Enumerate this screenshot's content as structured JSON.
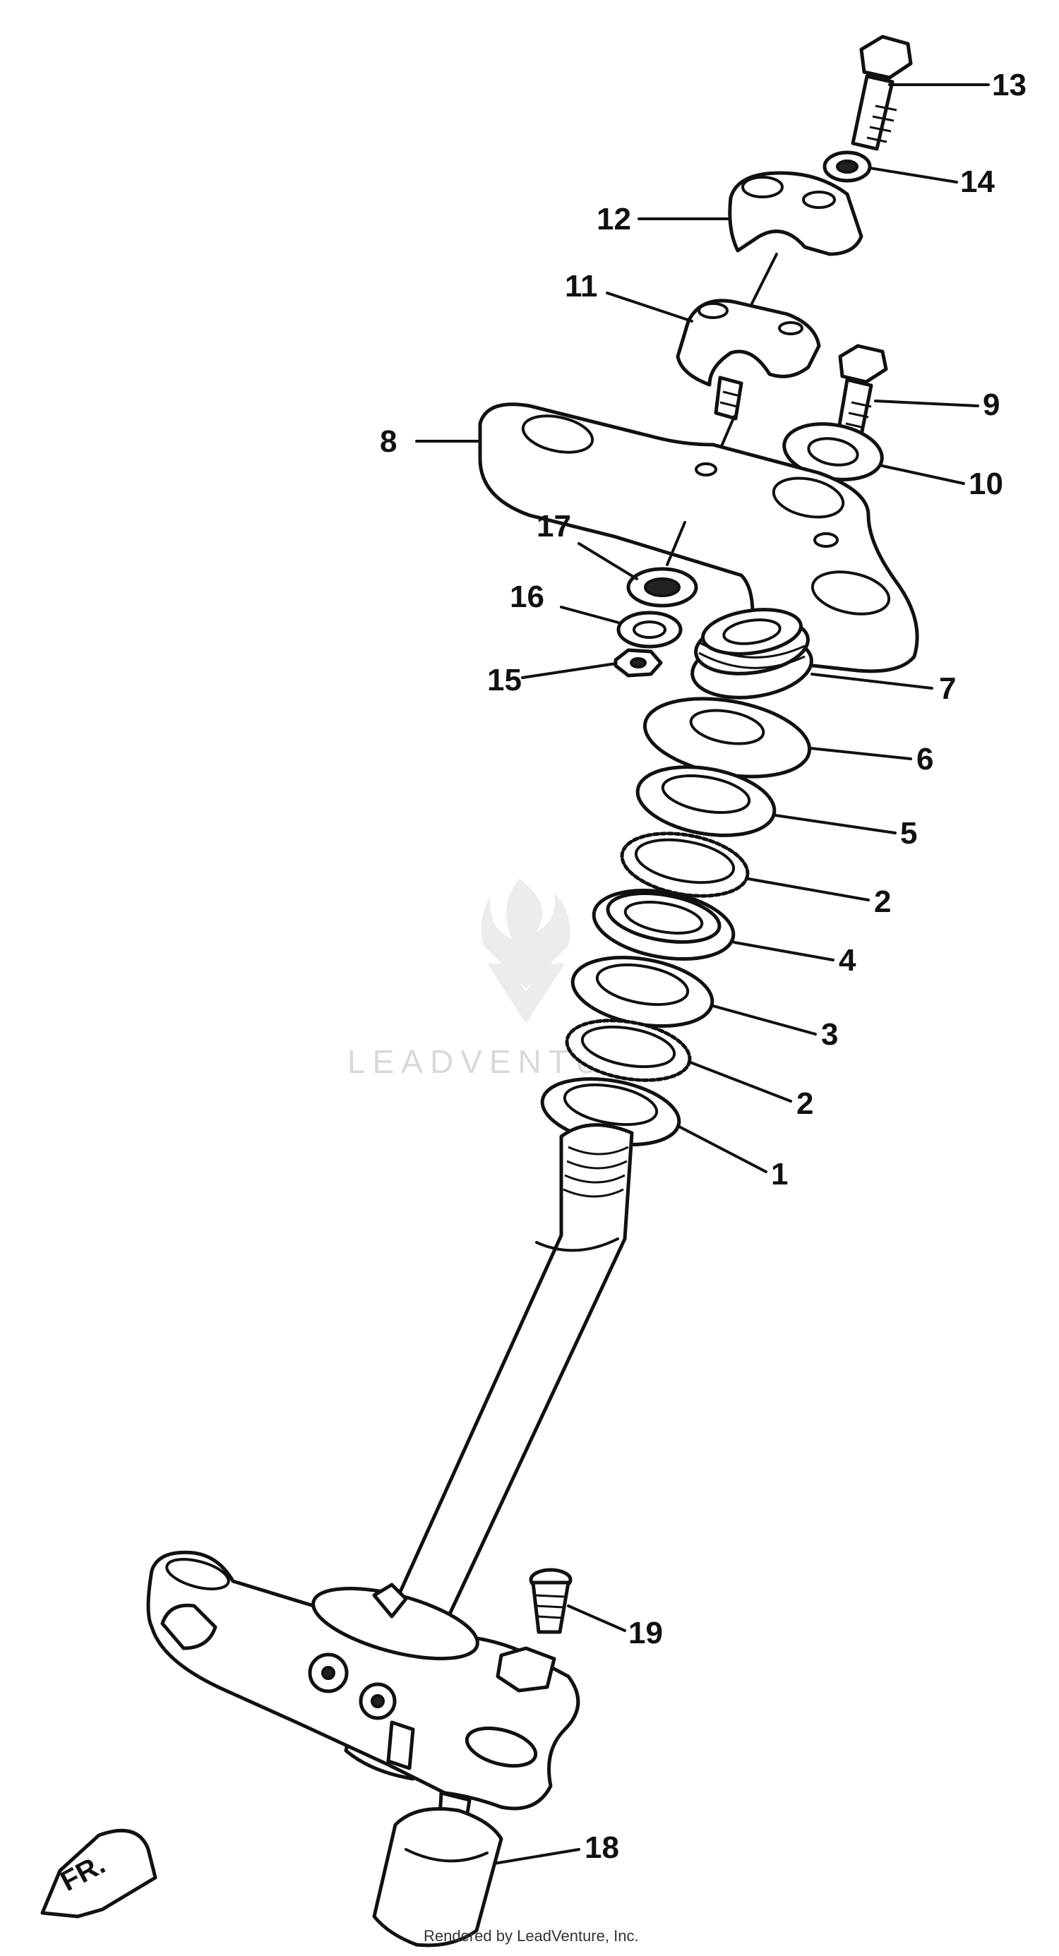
{
  "diagram": {
    "watermark": "LEADVENTURE",
    "credit": "Rendered by LeadVenture, Inc.",
    "front_badge": "FR.",
    "callouts": [
      {
        "id": "13",
        "label": "13"
      },
      {
        "id": "14",
        "label": "14"
      },
      {
        "id": "12",
        "label": "12"
      },
      {
        "id": "11",
        "label": "11"
      },
      {
        "id": "9",
        "label": "9"
      },
      {
        "id": "8",
        "label": "8"
      },
      {
        "id": "10",
        "label": "10"
      },
      {
        "id": "17",
        "label": "17"
      },
      {
        "id": "16",
        "label": "16"
      },
      {
        "id": "7",
        "label": "7"
      },
      {
        "id": "15",
        "label": "15"
      },
      {
        "id": "6",
        "label": "6"
      },
      {
        "id": "5",
        "label": "5"
      },
      {
        "id": "2a",
        "label": "2"
      },
      {
        "id": "4",
        "label": "4"
      },
      {
        "id": "3",
        "label": "3"
      },
      {
        "id": "2b",
        "label": "2"
      },
      {
        "id": "1",
        "label": "1"
      },
      {
        "id": "19",
        "label": "19"
      },
      {
        "id": "18",
        "label": "18"
      }
    ]
  }
}
